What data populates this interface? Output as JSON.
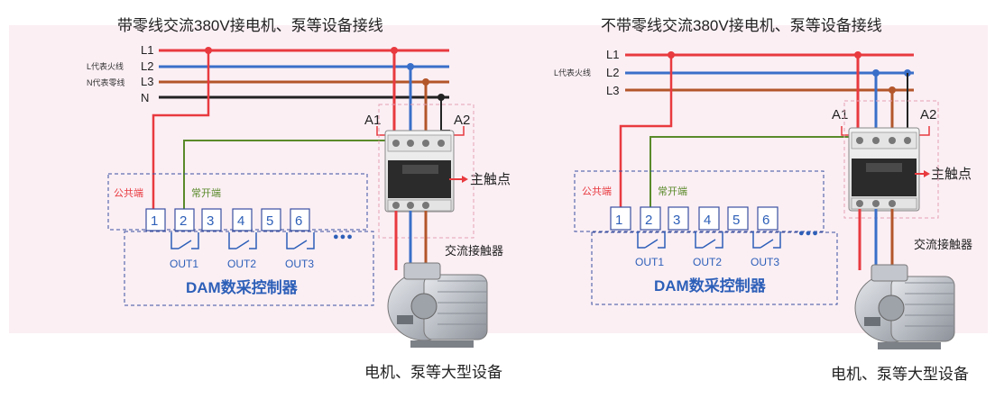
{
  "diagrams": [
    {
      "title": "带零线交流380V接电机、泵等设备接线",
      "lines": [
        "L1",
        "L2",
        "L3",
        "N"
      ],
      "notes": [
        "L代表火线",
        "N代表零线"
      ],
      "contactor_terminals": [
        "A1",
        "A2"
      ],
      "main_contact_label": "主触点",
      "contactor_label": "交流接触器",
      "common_label": "公共端",
      "no_label": "常开端",
      "terminal_numbers": [
        "1",
        "2",
        "3",
        "4",
        "5",
        "6"
      ],
      "ellipsis": "●●●",
      "outputs": [
        "OUT1",
        "OUT2",
        "OUT3"
      ],
      "controller_label": "DAM数采控制器",
      "motor_label": "电机、泵等大型设备"
    },
    {
      "title": "不带零线交流380V接电机、泵等设备接线",
      "lines": [
        "L1",
        "L2",
        "L3"
      ],
      "notes": [
        "L代表火线"
      ],
      "contactor_terminals": [
        "A1",
        "A2"
      ],
      "main_contact_label": "主触点",
      "contactor_label": "交流接触器",
      "common_label": "公共端",
      "no_label": "常开端",
      "terminal_numbers": [
        "1",
        "2",
        "3",
        "4",
        "5",
        "6"
      ],
      "ellipsis": "●●●",
      "outputs": [
        "OUT1",
        "OUT2",
        "OUT3"
      ],
      "controller_label": "DAM数采控制器",
      "motor_label": "电机、泵等大型设备"
    }
  ],
  "colors": {
    "L1": "#e83a3f",
    "L2": "#3a6fc9",
    "L3": "#b3562a",
    "N": "#222222",
    "control_wire": "#5a8a2a",
    "controller_text": "#2d5fb8",
    "box_border": "#3a4fa0",
    "background_panel": "#fbeff4"
  }
}
